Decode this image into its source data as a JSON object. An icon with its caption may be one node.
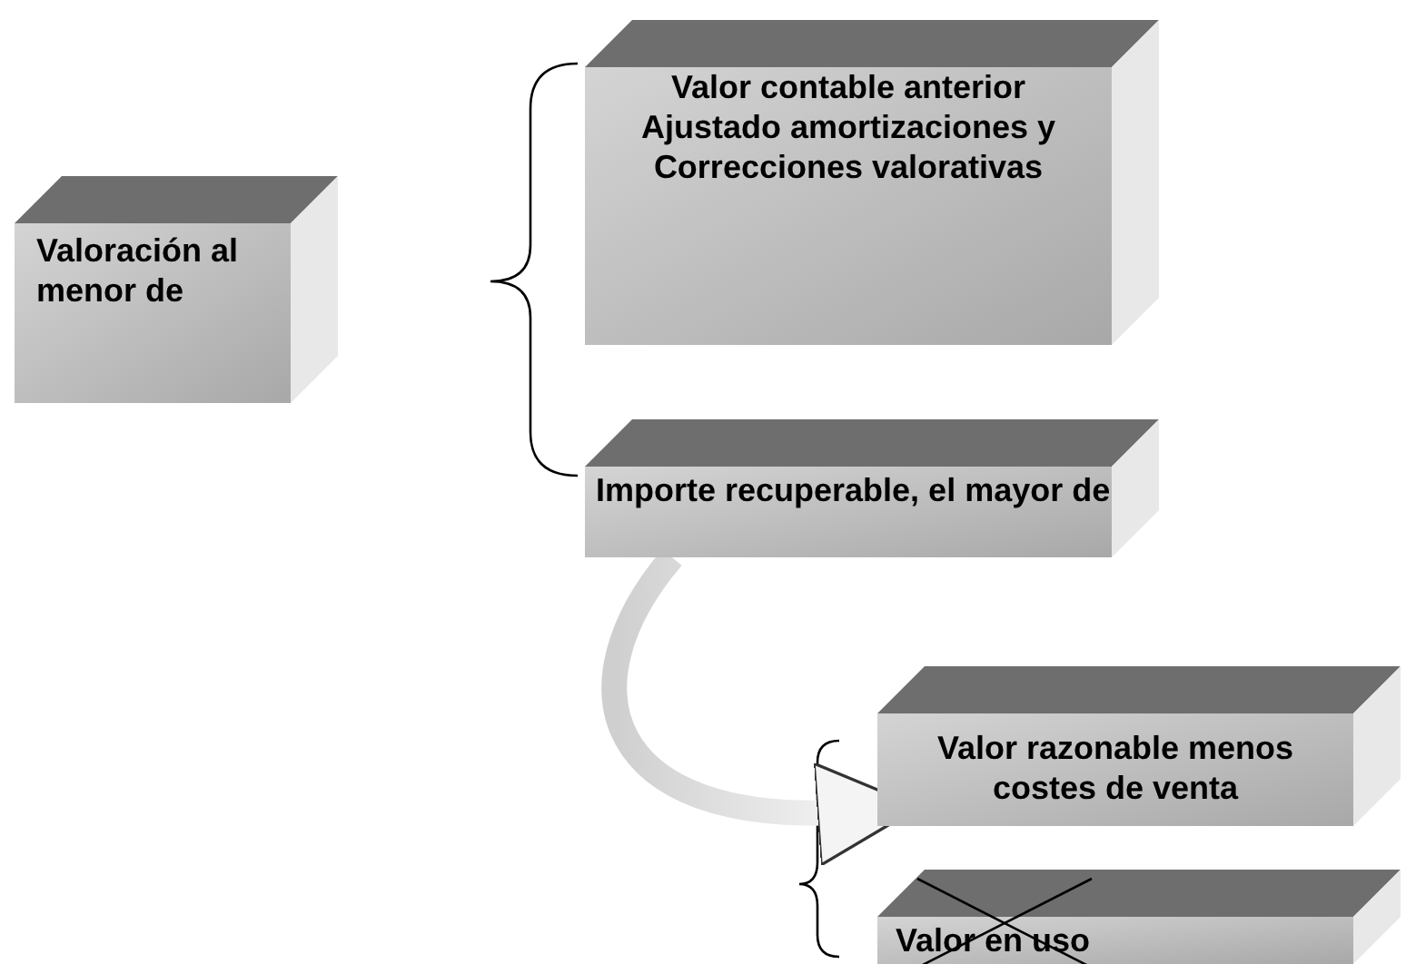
{
  "diagram": {
    "nodes": [
      {
        "text": [
          "Valoración al menor de"
        ]
      },
      {
        "text": [
          "Valor contable anterior Ajustado amortizaciones y Correcciones valorativas"
        ]
      },
      {
        "text": [
          "Importe recuperable, el mayor de"
        ]
      },
      {
        "text": [
          "Valor razonable menos costes de venta"
        ]
      },
      {
        "text": [
          "Valor en uso"
        ]
      }
    ],
    "edges": [
      {
        "from": 2,
        "to": 3,
        "arrow": "to"
      }
    ]
  }
}
